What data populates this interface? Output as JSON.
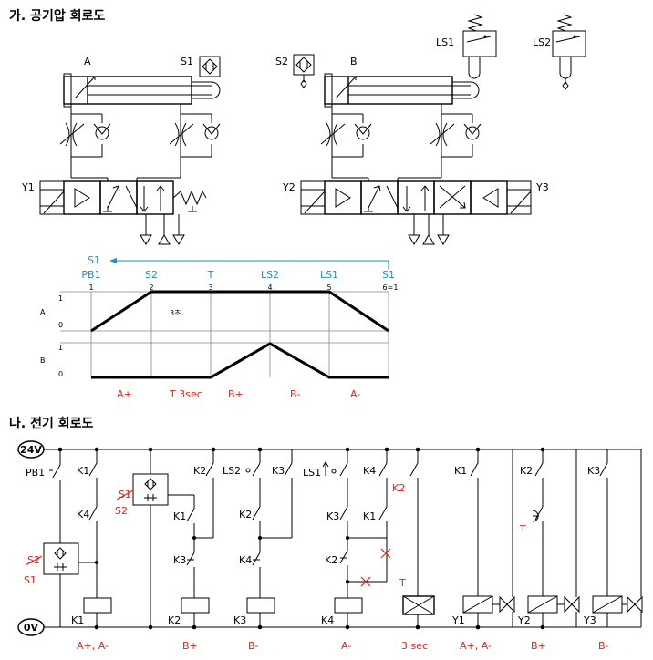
{
  "titles": {
    "pneumatic": "가. 공기압 회로도",
    "electric": "나. 전기 회로도"
  },
  "pneumatic": {
    "cyl_a": "A",
    "cyl_b": "B",
    "s1": "S1",
    "s2": "S2",
    "ls1": "LS1",
    "ls2": "LS2",
    "y1": "Y1",
    "y2": "Y2",
    "y3": "Y3"
  },
  "timing": {
    "arrow_label": "S1",
    "signals": [
      "PB1",
      "S2",
      "T",
      "LS2",
      "LS1",
      "S1"
    ],
    "steps": [
      "1",
      "2",
      "3",
      "4",
      "5",
      "6=1"
    ],
    "row_a": "A",
    "row_b": "B",
    "one": "1",
    "zero": "0",
    "delay_note": "3초",
    "phases": [
      "A+",
      "T 3sec",
      "B+",
      "B-",
      "A-"
    ]
  },
  "electric": {
    "v24": "24V",
    "v0": "0V",
    "pb1": "PB1",
    "s1": "S1",
    "s2": "S2",
    "ls1": "LS1",
    "ls2": "LS2",
    "k1": "K1",
    "k2": "K2",
    "k3": "K3",
    "k4": "K4",
    "t": "T",
    "y1": "Y1",
    "y2": "Y2",
    "y3": "Y3",
    "bottom": [
      "A+, A-",
      "B+",
      "B-",
      "A-",
      "3 sec",
      "A+, A-",
      "B+",
      "B-"
    ]
  }
}
